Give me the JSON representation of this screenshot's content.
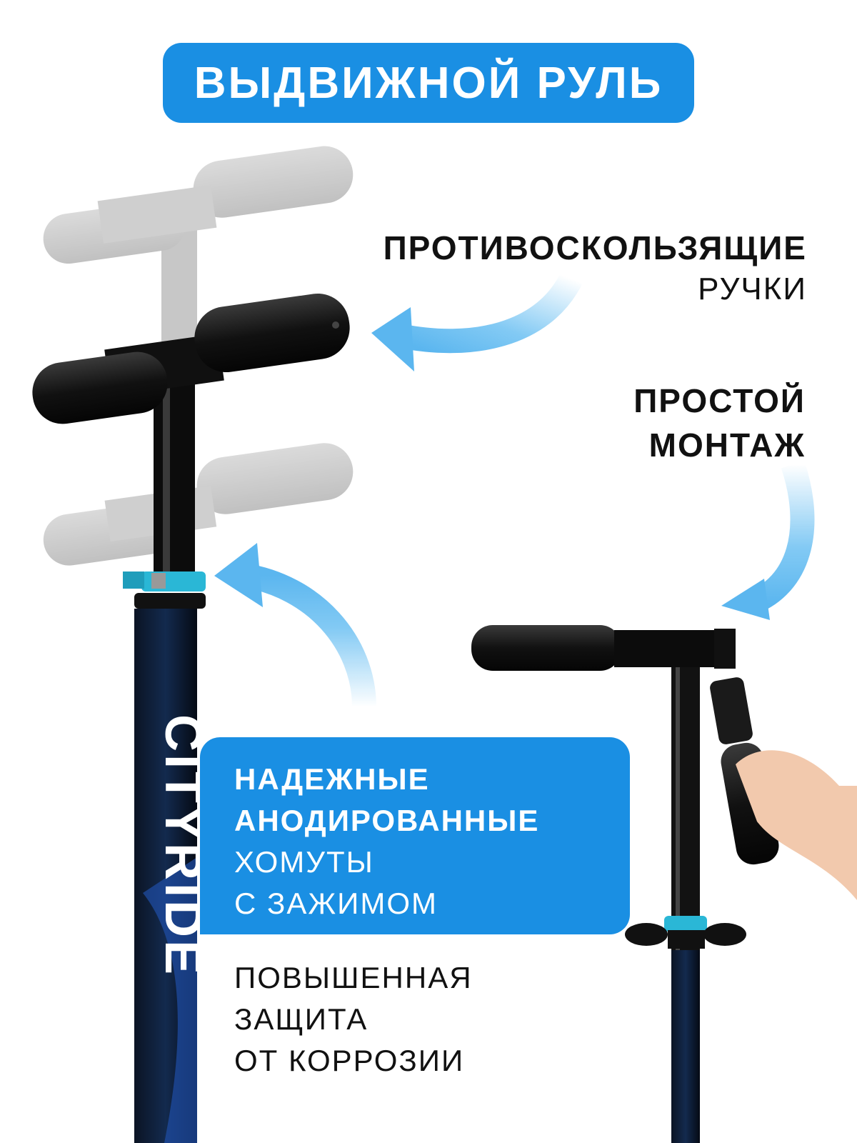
{
  "title": "ВЫДВИЖНОЙ РУЛЬ",
  "grips": {
    "line1": "ПРОТИВОСКОЛЬЗЯЩИЕ",
    "line2": "РУЧКИ"
  },
  "mount": {
    "line1": "ПРОСТОЙ",
    "line2": "МОНТАЖ"
  },
  "clamps": {
    "line1": "НАДЕЖНЫЕ",
    "line2": "АНОДИРОВАННЫЕ",
    "line3": "ХОМУТЫ",
    "line4": "С ЗАЖИМОМ"
  },
  "protection": {
    "line1": "ПОВЫШЕННАЯ",
    "line2": "ЗАЩИТА",
    "line3": "ОТ КОРРОЗИИ"
  },
  "brand_text": "CITYRIDE",
  "colors": {
    "accent_blue": "#1a8fe3",
    "arrow_blue": "#6cc0f2",
    "clamp_teal": "#2ab7d6",
    "grip_black": "#161616"
  }
}
